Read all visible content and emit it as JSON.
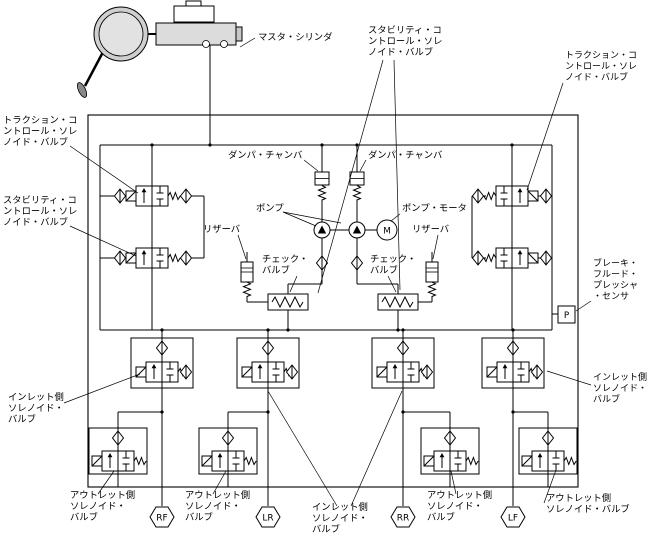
{
  "labels": {
    "master_cylinder": "マスタ・シリンダ",
    "stability_top": [
      "スタビリティ・コ",
      "ントロール・ソレ",
      "ノイド・バルブ"
    ],
    "traction_top_right": [
      "トラクション・コ",
      "ントロール・ソレ",
      "ノイド・バルブ"
    ],
    "traction_left": [
      "トラクション・コ",
      "ントロール・ソレ",
      "ノイド・バルブ"
    ],
    "stability_left": [
      "スタビリティ・コ",
      "ントロール・ソレ",
      "ノイド・バルブ"
    ],
    "damper_left": "ダンパ・チャンバ",
    "damper_right": "ダンパ・チャンバ",
    "pump": "ポンプ",
    "pump_motor": "ポンプ・モータ",
    "reservoir_left": "リザーバ",
    "reservoir_right": "リザーバ",
    "check_left": [
      "チェック・",
      "バルブ"
    ],
    "check_right": [
      "チェック・",
      "バルブ"
    ],
    "pressure_sensor": [
      "ブレーキ・",
      "フルード・",
      "プレッシャ",
      "・センサ"
    ],
    "inlet_left": [
      "インレット側",
      "ソレノイド・",
      "バルブ"
    ],
    "inlet_right": [
      "インレット側",
      "ソレノイド・",
      "バルブ"
    ],
    "inlet_center": [
      "インレット側",
      "ソレノイド・",
      "バルブ"
    ],
    "outlet_1": [
      "アウトレット側",
      "ソレノイド・",
      "バルブ"
    ],
    "outlet_2": [
      "アウトレット側",
      "ソレノイド・",
      "バルブ"
    ],
    "outlet_3": [
      "アウトレット側",
      "ソレノイド・",
      "バルブ"
    ],
    "outlet_4": [
      "アウトレット側",
      "ソレノイド・バルブ"
    ],
    "sensor_p": "P",
    "motor_m": "M"
  },
  "wheels": [
    "RF",
    "LR",
    "RR",
    "LF"
  ]
}
